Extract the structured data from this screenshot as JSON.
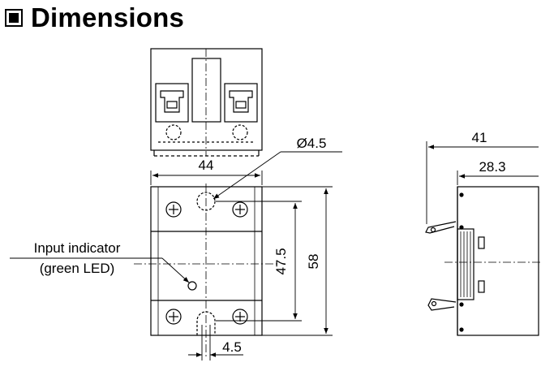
{
  "heading": {
    "icon": "filled-square-icon",
    "title": "Dimensions"
  },
  "annotations": {
    "hole_diameter": "Ø4.5",
    "width": "44",
    "height_overall": "58",
    "hole_pitch": "47.5",
    "slot_width": "4.5",
    "depth_overall": "41",
    "depth_body": "28.3",
    "indicator_line1": "Input indicator",
    "indicator_line2": "(green LED)"
  },
  "colors": {
    "line": "#000000",
    "background": "#ffffff"
  }
}
